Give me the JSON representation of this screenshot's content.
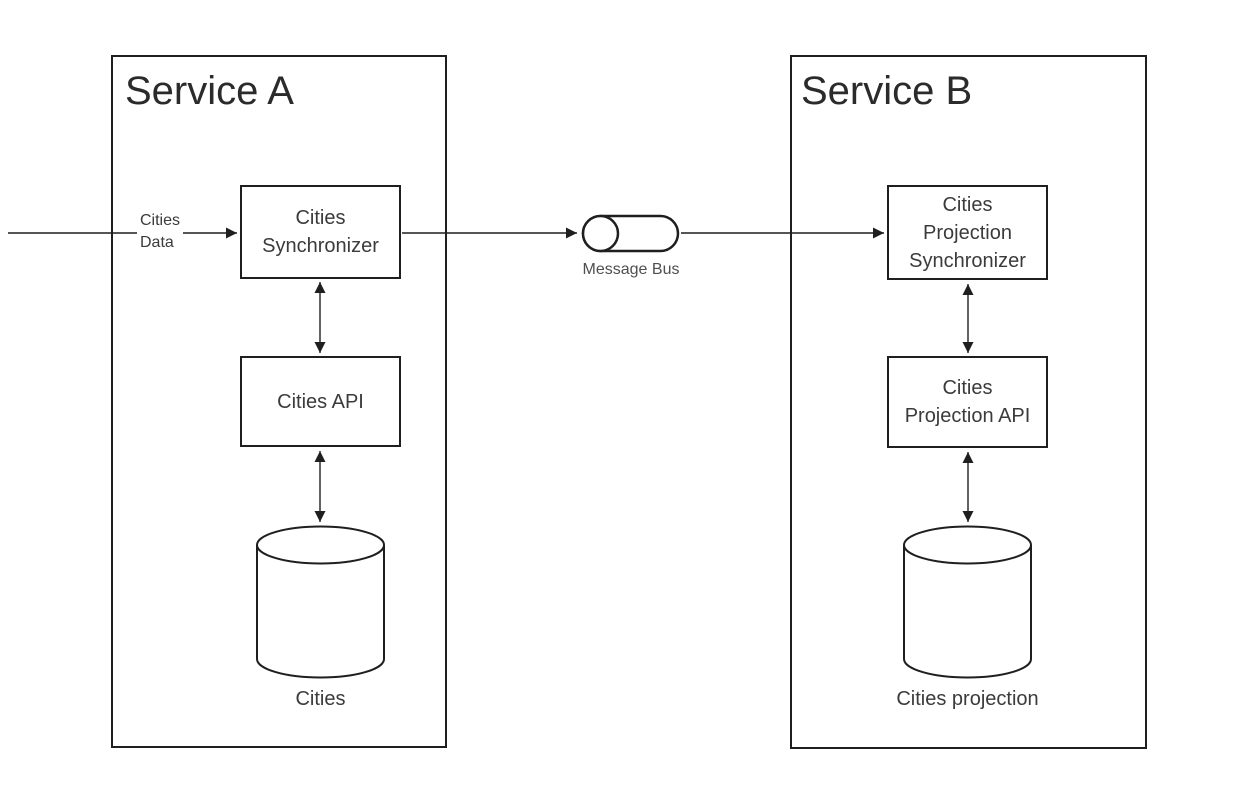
{
  "colors": {
    "background": "#ffffff",
    "stroke": "#1f1f1f",
    "title_text": "#2b2b2b",
    "node_text": "#3b3b3b",
    "muted_text": "#4f4f4f"
  },
  "service_a": {
    "title": "Service A",
    "synchronizer_label": "Cities\nSynchronizer",
    "api_label": "Cities API",
    "database_label": "Cities"
  },
  "service_b": {
    "title": "Service B",
    "synchronizer_label": "Cities\nProjection\nSynchronizer",
    "api_label": "Cities\nProjection API",
    "database_label": "Cities projection"
  },
  "message_bus": {
    "label": "Message Bus"
  },
  "inbound": {
    "label": "Cities\nData"
  }
}
